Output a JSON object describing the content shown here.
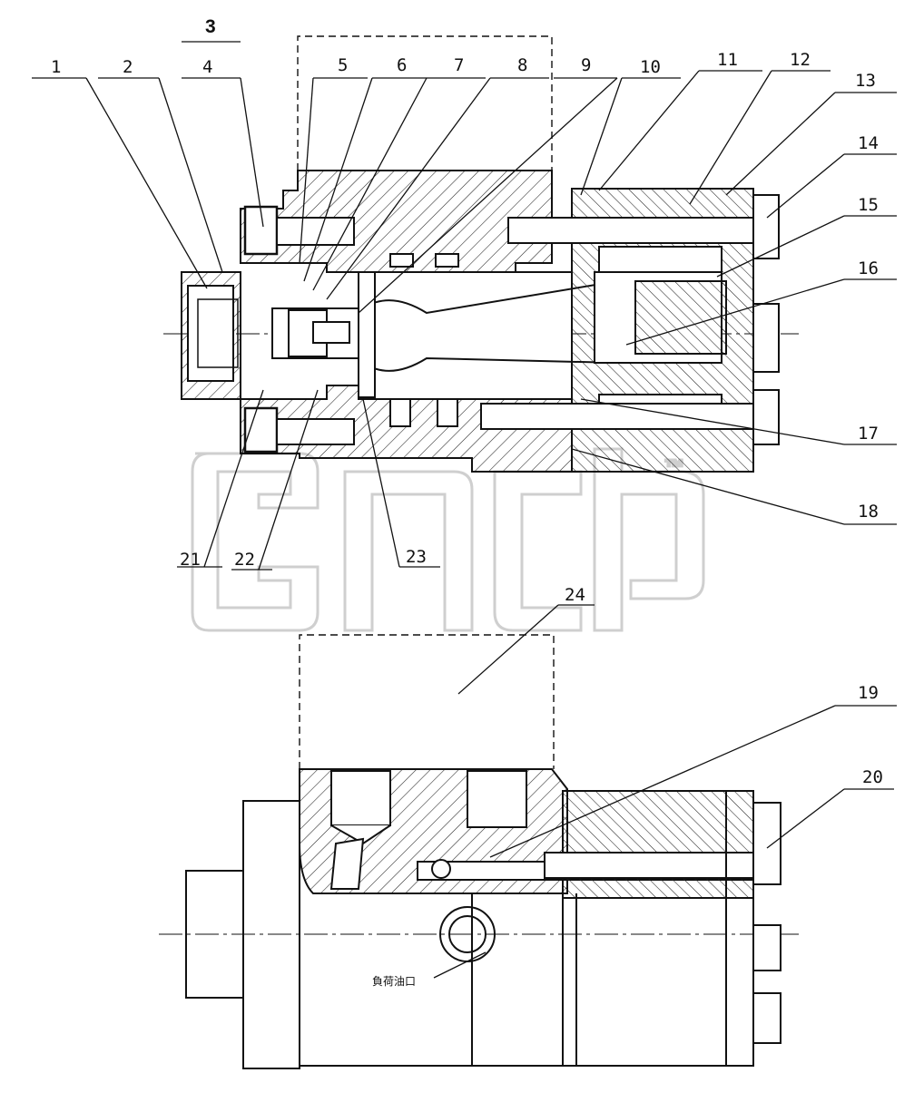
{
  "watermark": {
    "text": "™"
  },
  "port_label": "負荷油口",
  "callouts": {
    "c1": "1",
    "c2": "2",
    "c3": "3",
    "c4": "4",
    "c5": "5",
    "c6": "6",
    "c7": "7",
    "c8": "8",
    "c9": "9",
    "c10": "10",
    "c11": "11",
    "c12": "12",
    "c13": "13",
    "c14": "14",
    "c15": "15",
    "c16": "16",
    "c17": "17",
    "c18": "18",
    "c19": "19",
    "c20": "20",
    "c21": "21",
    "c22": "22",
    "c23": "23",
    "c24": "24"
  }
}
